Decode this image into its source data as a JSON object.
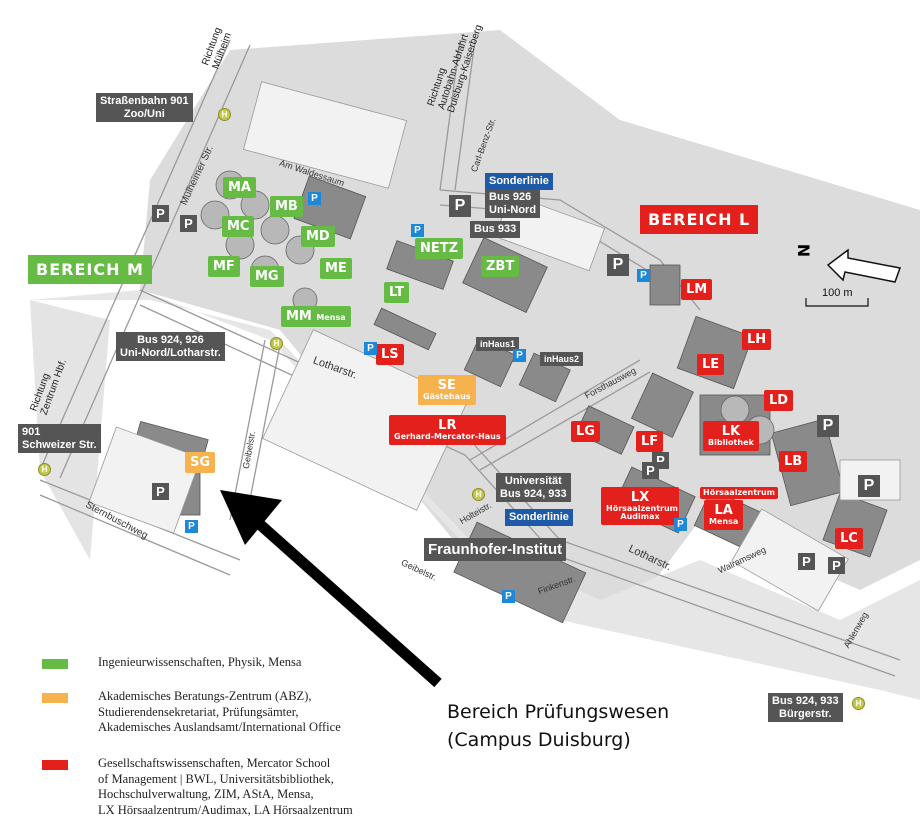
{
  "areas": {
    "bereich_m": "BEREICH M",
    "bereich_l": "BEREICH L"
  },
  "buildings": {
    "ma": "MA",
    "mb": "MB",
    "mc": "MC",
    "md": "MD",
    "mf": "MF",
    "mg": "MG",
    "me": "ME",
    "mm": "MM",
    "mm_sub": "Mensa",
    "netz": "NETZ",
    "zbt": "ZBT",
    "lt": "LT",
    "ls": "LS",
    "lm": "LM",
    "lh": "LH",
    "le": "LE",
    "ld": "LD",
    "lk": "LK",
    "lk_sub": "Bibliothek",
    "lg": "LG",
    "lf": "LF",
    "lb": "LB",
    "lx": "LX",
    "lx_sub": "Hörsaalzentrum Audimax",
    "la": "LA",
    "la_sub": "Mensa",
    "hoersaal": "Hörsaalzentrum",
    "lc": "LC",
    "lr": "LR",
    "lr_sub": "Gerhard-Mercator-Haus",
    "se": "SE",
    "se_sub": "Gästehaus",
    "sg": "SG",
    "inhaus1": "inHaus1",
    "inhaus2": "inHaus2",
    "fraunhofer": "Fraunhofer-Institut"
  },
  "stops": {
    "strassenbahn_1": "Straßenbahn 901",
    "strassenbahn_2": "Zoo/Uni",
    "sonderlinie_1": "Sonderlinie",
    "bus926": "Bus 926",
    "uninord": "Uni-Nord",
    "bus933": "Bus 933",
    "bus924_926": "Bus 924, 926",
    "uninord_lotharstr": "Uni-Nord/Lotharstr.",
    "s901": "901",
    "schweizer": "Schweizer Str.",
    "universitaet": "Universität",
    "bus924_933": "Bus 924, 933",
    "sonderlinie_2": "Sonderlinie",
    "bus924_933_b": "Bus 924, 933",
    "buergerstr": "Bürgerstr."
  },
  "streets": {
    "am_waldessaum": "Am Waldessaum",
    "muelheimer": "Mülheimer Str.",
    "carl_benz": "Carl-Benz-Str.",
    "lotharstr": "Lotharstr.",
    "geibelstr": "Geibelstr.",
    "sternbuschweg": "Sternbuschweg",
    "holteistr": "Holteistr.",
    "forsthausweg": "Forsthausweg",
    "finkenstr": "Finkenstr.",
    "geiersberg": "Geibelstr.",
    "lotharstr2": "Lotharstr.",
    "walramsweg": "Walramsweg",
    "ahlenweg": "Ahlenweg"
  },
  "directions": {
    "muelheim": [
      "Richtung",
      "Mülheim"
    ],
    "autobahn": [
      "Richtung",
      "Autobahn-Abfahrt",
      "Duisburg-Kaiserberg"
    ],
    "zentrum": [
      "Richtung",
      "Zentrum Hbf."
    ]
  },
  "scale": {
    "label": "100 m",
    "north": "N"
  },
  "icons": {
    "parking": "P",
    "halt": "H"
  },
  "legend": [
    {
      "color": "#66bb44",
      "text": [
        "Ingenieurwissenschaften, Physik, Mensa"
      ]
    },
    {
      "color": "#f6b24d",
      "text": [
        "Akademisches Beratungs-Zentrum (ABZ),",
        "Studierendensekretariat, Prüfungsämter,",
        "Akademisches Auslandsamt/International Office"
      ]
    },
    {
      "color": "#e3201b",
      "text": [
        "Gesellschaftswissenschaften, Mercator School",
        "of Management | BWL, Universitätsbibliothek,",
        "Hochschulverwaltung, ZIM, AStA, Mensa,",
        "LX Hörsaalzentrum/Audimax, LA Hörsaalzentrum"
      ]
    }
  ],
  "annotation": {
    "line1": "Bereich Prüfungswesen",
    "line2": "(Campus Duisburg)"
  },
  "colors": {
    "green": "#66bb44",
    "orange": "#f6b24d",
    "red": "#e3201b",
    "campus": "#dedede",
    "bus_blue": "#1f5aa8"
  }
}
